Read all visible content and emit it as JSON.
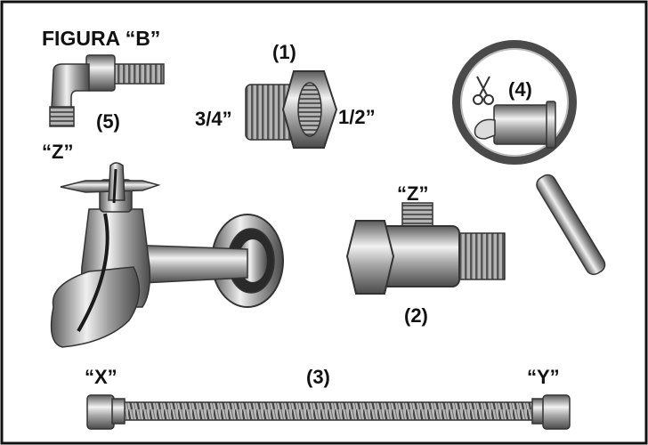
{
  "figure": {
    "title": "FIGURA “B”",
    "labels": {
      "part1": "(1)",
      "part2": "(2)",
      "part3": "(3)",
      "part4": "(4)",
      "part5": "(5)",
      "size_left": "3/4”",
      "size_right": "1/2”",
      "z_faucet": "“Z”",
      "z_tee": "“Z”",
      "x_end": "“X”",
      "y_end": "“Y”"
    }
  },
  "colors": {
    "frame": "#111111",
    "metal_dark": "#5a5a5a",
    "metal_mid": "#9a9a9a",
    "metal_light": "#e6e6e6"
  },
  "icons": [
    "scissors-icon"
  ]
}
